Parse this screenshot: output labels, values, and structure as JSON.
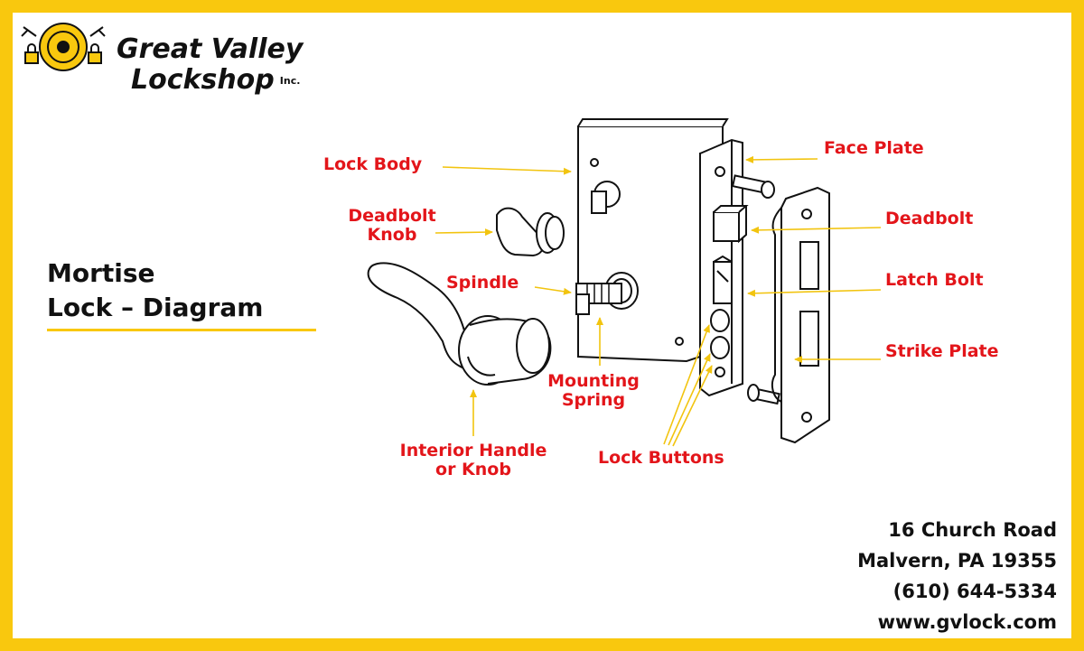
{
  "brand": {
    "name_line1": "Great Valley",
    "name_line2": "Lockshop",
    "suffix": "Inc."
  },
  "title": {
    "line1": "Mortise",
    "line2": "Lock – Diagram"
  },
  "labels": {
    "lock_body": "Lock Body",
    "deadbolt_knob_1": "Deadbolt",
    "deadbolt_knob_2": "Knob",
    "spindle": "Spindle",
    "mounting_spring_1": "Mounting",
    "mounting_spring_2": "Spring",
    "interior_handle_1": "Interior Handle",
    "interior_handle_2": "or Knob",
    "lock_buttons": "Lock Buttons",
    "face_plate": "Face Plate",
    "deadbolt": "Deadbolt",
    "latch_bolt": "Latch Bolt",
    "strike_plate": "Strike Plate"
  },
  "address": {
    "street": "16 Church Road",
    "city": "Malvern, PA 19355",
    "phone": "(610) 644-5334",
    "website": "www.gvlock.com"
  },
  "colors": {
    "border": "#f9c80e",
    "label_red": "#e3151a",
    "arrow_yellow": "#f2c40f",
    "ink": "#111111"
  }
}
